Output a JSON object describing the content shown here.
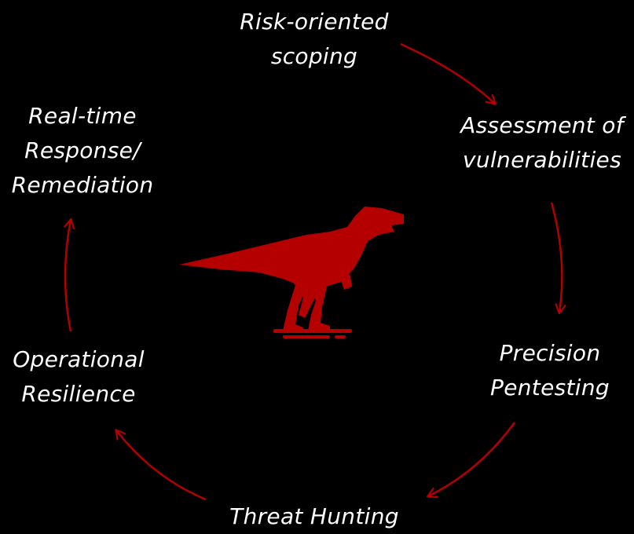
{
  "colors": {
    "background": "#000000",
    "text": "#ffffff",
    "accent": "#b00000"
  },
  "logo": {
    "icon": "raptor-dinosaur-icon"
  },
  "cycle_steps": [
    {
      "line1": "Risk-oriented",
      "line2": "scoping"
    },
    {
      "line1": "Assessment of",
      "line2": "vulnerabilities"
    },
    {
      "line1": "Precision",
      "line2": "Pentesting"
    },
    {
      "line1": "Threat Hunting"
    },
    {
      "line1": "Operational",
      "line2": "Resilience"
    },
    {
      "line1": "Real-time",
      "line2": "Response/",
      "line3": "Remediation"
    }
  ]
}
